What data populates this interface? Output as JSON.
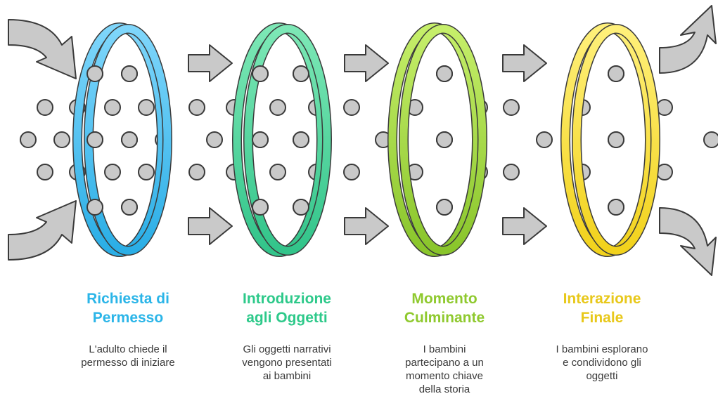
{
  "stages": [
    {
      "title": [
        "Richiesta di",
        "Permesso"
      ],
      "description": [
        "L'adulto chiede il",
        "permesso di iniziare"
      ],
      "color": "#2bb5e8"
    },
    {
      "title": [
        "Introduzione",
        "agli Oggetti"
      ],
      "description": [
        "Gli oggetti narrativi",
        "vengono presentati",
        "ai bambini"
      ],
      "color": "#2dc98a"
    },
    {
      "title": [
        "Momento",
        "Culminante"
      ],
      "description": [
        "I bambini",
        "partecipano a un",
        "momento chiave",
        "della storia"
      ],
      "color": "#8fc92e"
    },
    {
      "title": [
        "Interazione",
        "Finale"
      ],
      "description": [
        "I bambini esplorano",
        "e condividono gli",
        "oggetti"
      ],
      "color": "#e8c81a"
    }
  ],
  "palette": {
    "ring_gradients": [
      [
        "#7fd6fb",
        "#2aaee6"
      ],
      [
        "#7de8b6",
        "#32c48a"
      ],
      [
        "#c6ef6a",
        "#89c52b"
      ],
      [
        "#fff07a",
        "#f2d21c"
      ]
    ],
    "arrow_fill": "#c9c9c9",
    "circle_fill": "#c9c9c9",
    "outline": "#3a3a3a"
  },
  "icons": [
    "curved-arrow-icon",
    "right-arrow-icon",
    "ring-icon",
    "particle-icon"
  ]
}
